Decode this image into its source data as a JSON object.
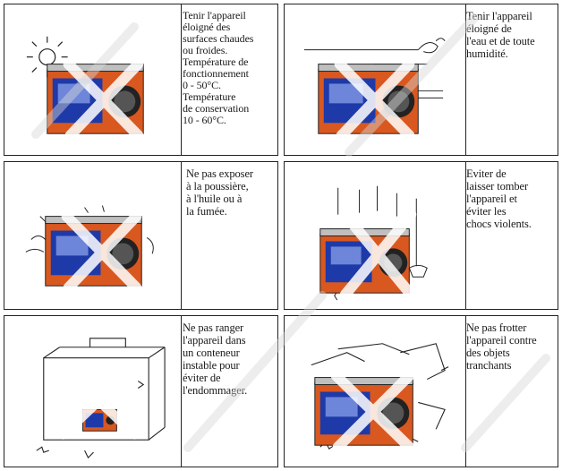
{
  "cells": [
    {
      "text": "Tenir l'appareil\néloigné des\nsurfaces chaudes\nou froides.\nTempérature de\nfonctionnement\n0 - 50°C.\nTempérature\nde conservation\n10 - 60°C.",
      "illustration": "heat-cold-warning"
    },
    {
      "text": "Tenir l'appareil\néloigné de\nl'eau et de toute\nhumidité.",
      "illustration": "water-humidity-warning"
    },
    {
      "text": "Ne pas exposer\nà la poussière,\nà l'huile ou à\nla fumée.",
      "illustration": "dust-oil-smoke-warning"
    },
    {
      "text": "Eviter de\nlaisser tomber\nl'appareil et\néviter les\nchocs violents.",
      "illustration": "drop-shock-warning"
    },
    {
      "text": "Ne pas ranger\nl'appareil dans\nun conteneur\ninstable pour\néviter de\nl'endommager.",
      "illustration": "unstable-container-warning"
    },
    {
      "text": "Ne pas frotter\nl'appareil contre\ndes objets\ntranchants",
      "illustration": "sharp-objects-warning"
    }
  ],
  "colors": {
    "device_body": "#d9581f",
    "device_screen": "#1e3aa8",
    "cross": "#ffffff",
    "border": "#222222"
  }
}
